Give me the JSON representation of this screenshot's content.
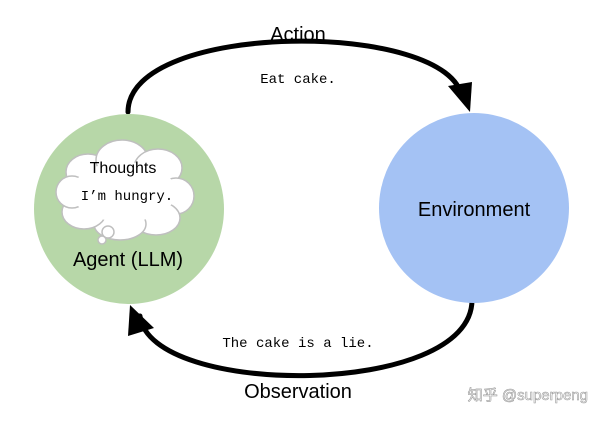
{
  "diagram": {
    "action": {
      "label": "Action",
      "message": "Eat cake."
    },
    "observation": {
      "label": "Observation",
      "message": "The cake is a lie."
    },
    "agent": {
      "label": "Agent (LLM)",
      "fill": "#b7d7a8"
    },
    "environment": {
      "label": "Environment",
      "fill": "#a4c2f4"
    },
    "thought_bubble": {
      "title": "Thoughts",
      "message": "I’m hungry."
    }
  },
  "watermark": {
    "text": "知乎 @superpeng"
  }
}
